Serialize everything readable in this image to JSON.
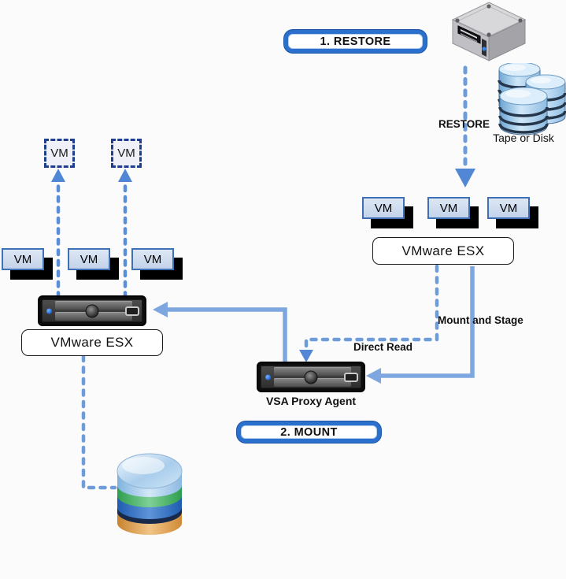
{
  "badges": {
    "restore": "1. RESTORE",
    "mount": "2. MOUNT"
  },
  "left_cluster": {
    "ghost_vms": [
      "VM",
      "VM"
    ],
    "vms": [
      "VM",
      "VM",
      "VM"
    ],
    "esx_label": "VMware ESX"
  },
  "right_cluster": {
    "vms": [
      "VM",
      "VM",
      "VM"
    ],
    "esx_label": "VMware ESX"
  },
  "proxy": {
    "label": "VSA Proxy Agent"
  },
  "storage": {
    "flow_label": "RESTORE",
    "caption": "Tape or Disk"
  },
  "flow_labels": {
    "mount_and_stage": "Mount and Stage",
    "direct_read": "Direct Read"
  },
  "icons": {
    "backup_server": "server-3d-icon",
    "storage_cluster": "database-cluster-icon",
    "esx_host": "rack-server-icon",
    "proxy_host": "rack-server-icon",
    "datastore": "disk-stack-icon"
  },
  "colors": {
    "background": "#fbfbfb",
    "connector_blue": "#6d9cda",
    "arrowhead_blue": "#5287d5",
    "badge_border_blue": "#2c70cd",
    "vm_fill": "#ccd9ec",
    "vm_border": "#3f6fb5",
    "ghost_vm_border": "#1e3e8e",
    "shadow_black": "#000000"
  }
}
